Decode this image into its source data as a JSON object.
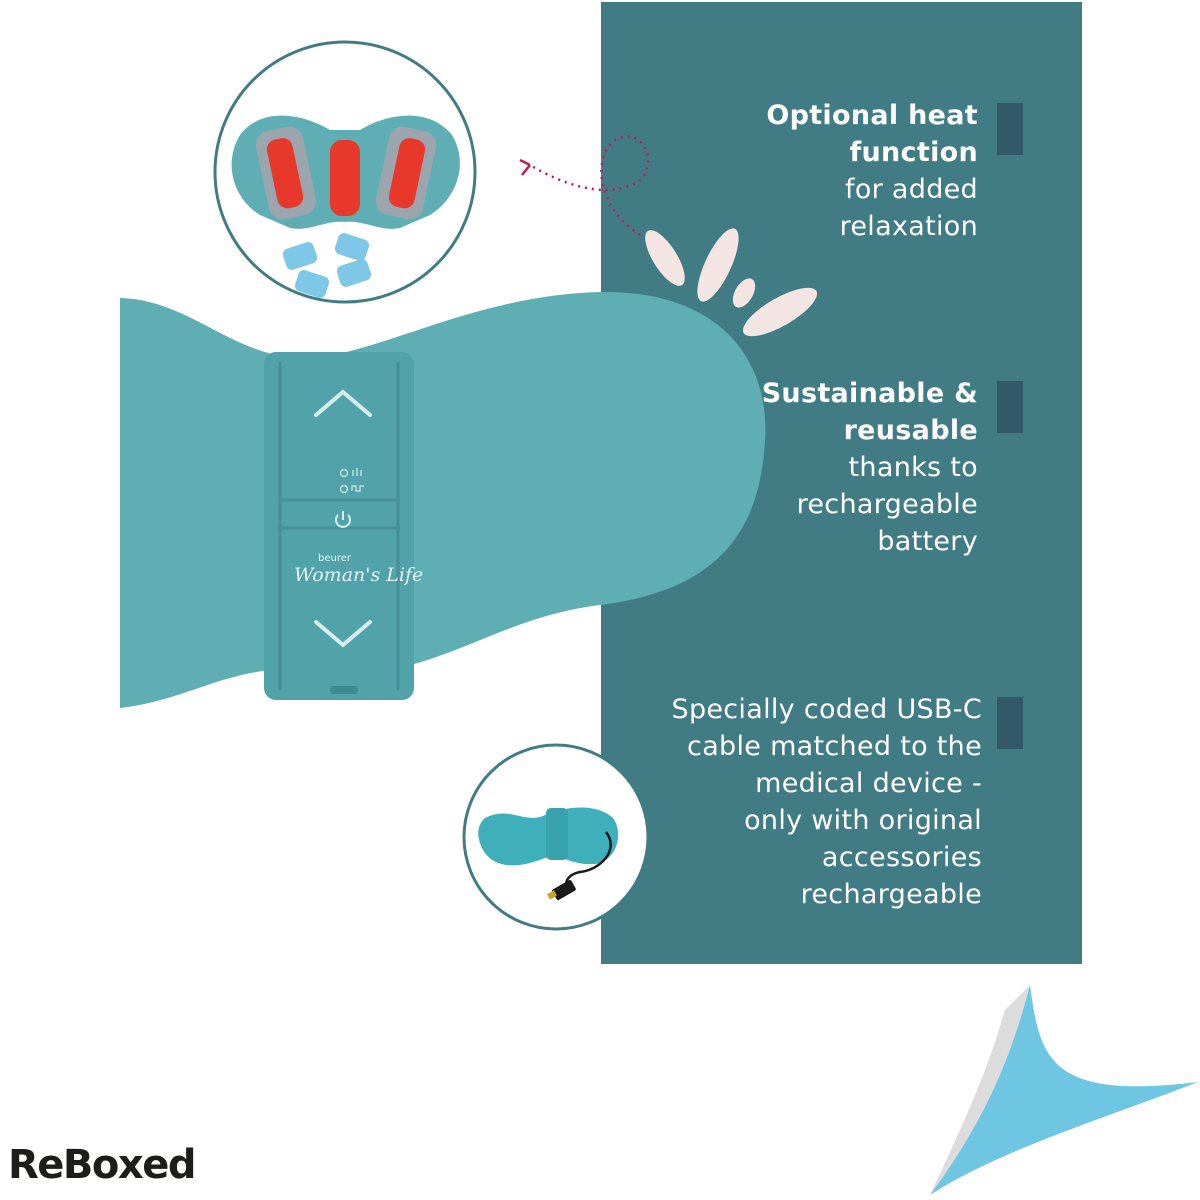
{
  "features": [
    {
      "bold": [
        "Optional heat",
        "function"
      ],
      "light": [
        "for added",
        "relaxation"
      ]
    },
    {
      "bold": [
        "Sustainable &",
        "reusable"
      ],
      "light": [
        "thanks to",
        "rechargeable",
        "battery"
      ]
    },
    {
      "bold": [],
      "light": [
        "Specially coded USB-C",
        "cable matched to the",
        "medical device -",
        "only with original",
        "accessories",
        "rechargeable"
      ]
    }
  ],
  "device": {
    "brand_small": "beurer",
    "brand_big": "Woman's Life"
  },
  "logo": "ReBoxed",
  "colors": {
    "panel": "#417c84",
    "device": "#5eaeb4",
    "marker": "#32586a",
    "accent": "#c2185b",
    "corner": "#6ec6e3"
  }
}
